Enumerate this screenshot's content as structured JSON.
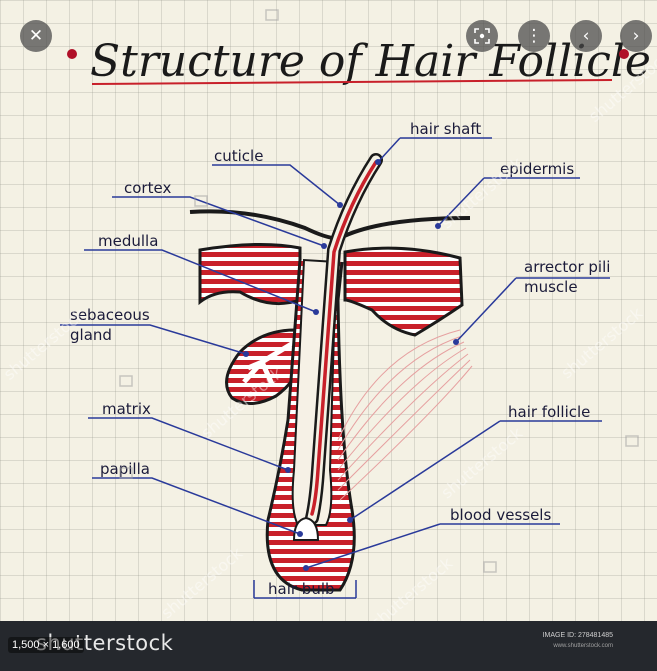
{
  "viewer": {
    "close_icon": "close-icon",
    "lens_icon": "lens-icon",
    "more_icon": "more-vert-icon",
    "prev_icon": "chevron-left-icon",
    "next_icon": "chevron-right-icon",
    "dimensions": "1,500 × 1,600"
  },
  "diagram": {
    "title": "Structure of Hair Follicle",
    "labels": {
      "hair_shaft": "hair shaft",
      "cuticle": "cuticle",
      "cortex": "cortex",
      "epidermis": "epidermis",
      "medulla": "medulla",
      "arrector_pili_1": "arrector pili",
      "arrector_pili_2": "muscle",
      "sebaceous_1": "sebaceous",
      "sebaceous_2": "gland",
      "matrix": "matrix",
      "hair_follicle": "hair follicle",
      "papilla": "papilla",
      "blood_vessels": "blood vessels",
      "hair_bulb": "hair bulb"
    },
    "colors": {
      "accent_red": "#c8202a",
      "ink": "#1b1b3a",
      "leader": "#2a3a9a",
      "paper": "#f4f1e4"
    }
  },
  "watermark": {
    "brand": "shutterstock",
    "image_id": "IMAGE ID: 278481485",
    "site": "www.shutterstock.com",
    "overlay_text": "shutterstock"
  }
}
